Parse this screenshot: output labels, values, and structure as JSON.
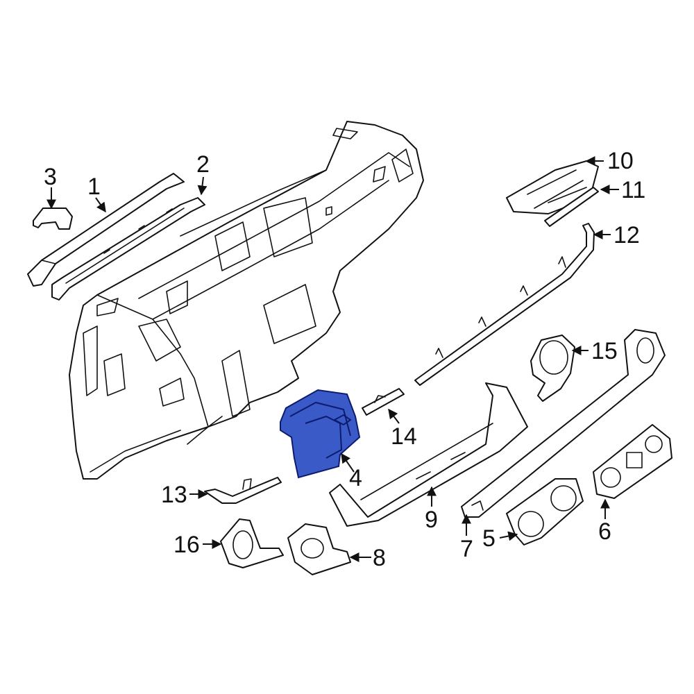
{
  "highlight_color": "#3a5bc7",
  "callouts": [
    {
      "id": "1",
      "label": "1"
    },
    {
      "id": "2",
      "label": "2"
    },
    {
      "id": "3",
      "label": "3"
    },
    {
      "id": "4",
      "label": "4"
    },
    {
      "id": "5",
      "label": "5"
    },
    {
      "id": "6",
      "label": "6"
    },
    {
      "id": "7",
      "label": "7"
    },
    {
      "id": "8",
      "label": "8"
    },
    {
      "id": "9",
      "label": "9"
    },
    {
      "id": "10",
      "label": "10"
    },
    {
      "id": "11",
      "label": "11"
    },
    {
      "id": "12",
      "label": "12"
    },
    {
      "id": "13",
      "label": "13"
    },
    {
      "id": "14",
      "label": "14"
    },
    {
      "id": "15",
      "label": "15"
    },
    {
      "id": "16",
      "label": "16"
    }
  ],
  "highlighted_part": "4"
}
